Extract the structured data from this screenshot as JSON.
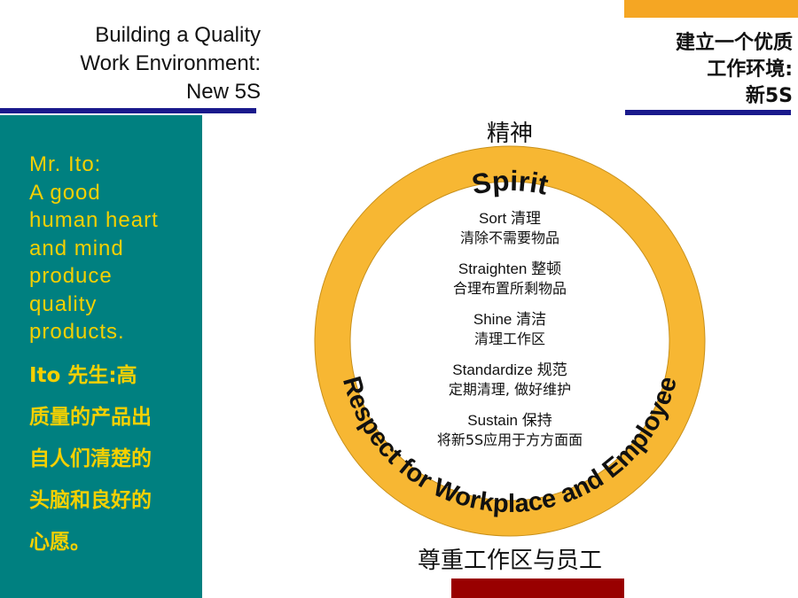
{
  "header": {
    "title_en": [
      "Building a Quality",
      "Work Environment:",
      "New 5S"
    ],
    "title_zh": [
      "建立一个优质",
      "工作环境:",
      "新5S"
    ]
  },
  "sidebar": {
    "quote_en": [
      "Mr. Ito:",
      "A good",
      "human heart",
      "and mind",
      "produce",
      "quality",
      "products."
    ],
    "quote_zh": [
      "Ito 先生:高",
      "质量的产品出",
      "自人们清楚的",
      "头脑和良好的",
      "心愿。"
    ]
  },
  "diagram": {
    "heading_zh": "精神",
    "ring_top": "Spirit",
    "ring_bottom": "Respect for Workplace and Employee",
    "footer_zh": "尊重工作区与员工",
    "items": [
      {
        "en": "Sort 清理",
        "zh": "清除不需要物品"
      },
      {
        "en": "Straighten 整顿",
        "zh": "合理布置所剩物品"
      },
      {
        "en": "Shine 清洁",
        "zh": "清理工作区"
      },
      {
        "en": "Standardize 规范",
        "zh": "定期清理, 做好维护"
      },
      {
        "en": "Sustain 保持",
        "zh": "将新5S应用于方方面面"
      }
    ]
  },
  "colors": {
    "accent_orange": "#f5a623",
    "ring": "#f7b733",
    "teal": "#008080",
    "navy": "#1a1a8c",
    "dark_red": "#990000",
    "quote_text": "#f5d000"
  }
}
